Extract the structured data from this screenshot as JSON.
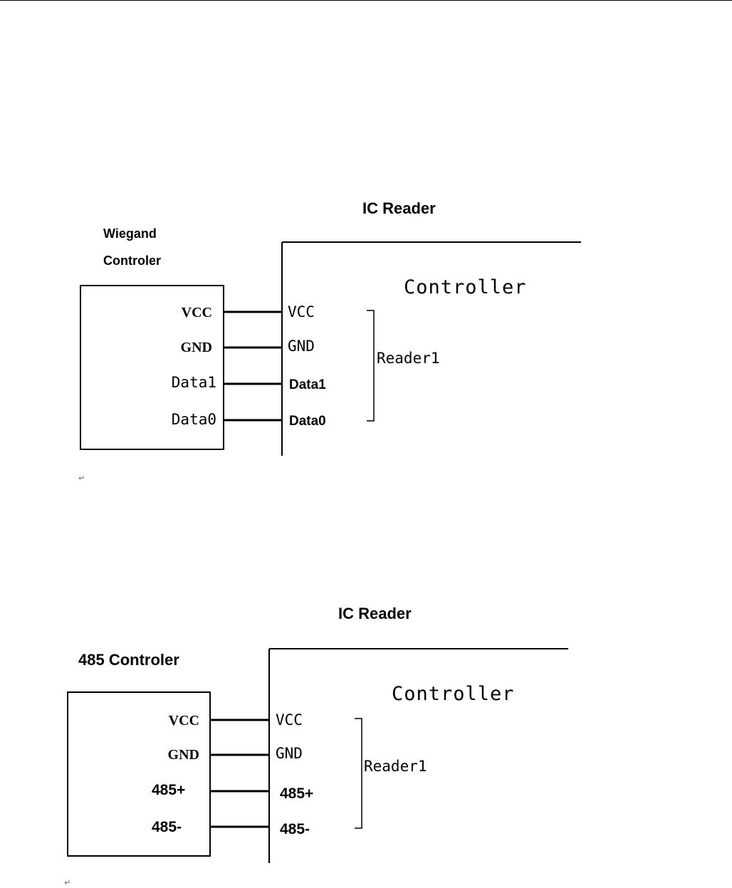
{
  "diagram1": {
    "title": "IC Reader",
    "controller_name_line1": "Wiegand",
    "controller_name_line2": "Controler",
    "box_label": "Controller",
    "left_pins": [
      "VCC",
      "GND",
      "Data1",
      "Data0"
    ],
    "right_pins": [
      "VCC",
      "GND",
      "Data1",
      "Data0"
    ],
    "group_label": "Reader1"
  },
  "diagram2": {
    "title": "IC Reader",
    "controller_name": "485 Controler",
    "box_label": "Controller",
    "left_pins": [
      "VCC",
      "GND",
      "485+",
      "485-"
    ],
    "right_pins": [
      "VCC",
      "GND",
      "485+",
      "485-"
    ],
    "group_label": "Reader1"
  },
  "paragraph_mark": "↵"
}
